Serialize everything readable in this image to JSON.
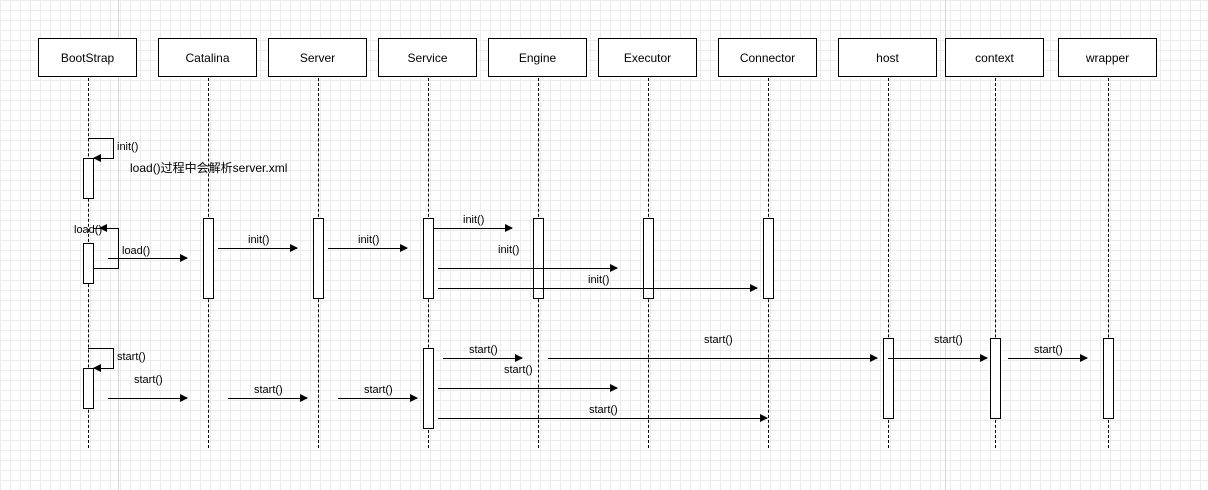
{
  "participants": [
    {
      "id": "bootstrap",
      "label": "BootStrap"
    },
    {
      "id": "catalina",
      "label": "Catalina"
    },
    {
      "id": "server",
      "label": "Server"
    },
    {
      "id": "service",
      "label": "Service"
    },
    {
      "id": "engine",
      "label": "Engine"
    },
    {
      "id": "executor",
      "label": "Executor"
    },
    {
      "id": "connector",
      "label": "Connector"
    },
    {
      "id": "host",
      "label": "host"
    },
    {
      "id": "context",
      "label": "context"
    },
    {
      "id": "wrapper",
      "label": "wrapper"
    }
  ],
  "messages": {
    "bootstrap_init": "init()",
    "bootstrap_load_self": "load()",
    "load_to_catalina": "load()",
    "catalina_init_server": "init()",
    "server_init_service": "init()",
    "service_init_engine": "init()",
    "service_init_executor": "init()",
    "service_init_connector": "init()",
    "bootstrap_start_self": "start()",
    "start_to_catalina": "start()",
    "catalina_start_server": "start()",
    "server_start_service": "start()",
    "service_start_engine": "start()",
    "service_start_executor": "start()",
    "service_start_connector": "start()",
    "engine_start_host": "start()",
    "host_start_context": "start()",
    "context_start_wrapper": "start()"
  },
  "notes": {
    "load_note": "load()过程中会解析server.xml"
  }
}
